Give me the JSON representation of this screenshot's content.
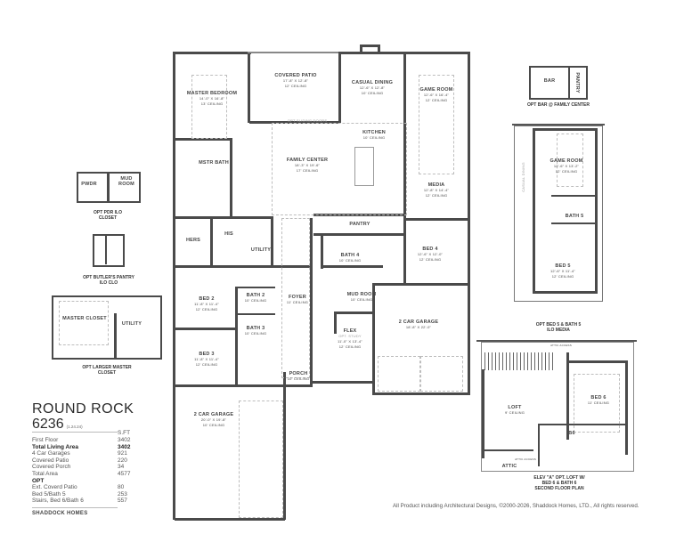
{
  "title": {
    "name": "ROUND ROCK",
    "number": "6236",
    "revision": "(1.24.24)"
  },
  "area_table": {
    "unit_header": "S.FT",
    "rows": [
      {
        "label": "First Floor",
        "value": "3402",
        "bold": false
      },
      {
        "label": "Total Living Area",
        "value": "3402",
        "bold": true
      },
      {
        "label": "4 Car Garages",
        "value": "921",
        "bold": false
      },
      {
        "label": "Covered Patio",
        "value": "220",
        "bold": false
      },
      {
        "label": "Covered Porch",
        "value": "34",
        "bold": false
      },
      {
        "label": "Total Area",
        "value": "4577",
        "bold": false
      }
    ],
    "opt_header": "OPT",
    "opt_rows": [
      {
        "label": "Ext. Coverd Patio",
        "value": "80"
      },
      {
        "label": "Bed 5/Bath 5",
        "value": "253"
      },
      {
        "label": "Stairs, Bed 6/Bath 6",
        "value": "557"
      }
    ],
    "builder": "SHADDOCK HOMES"
  },
  "copyright": "All Product including Architectural Designs, ©2000-2026, Shaddock Homes, LTD., All rights reserved.",
  "main_plan": {
    "rooms": {
      "master_bedroom": {
        "name": "MASTER BEDROOM",
        "dims": "14'-0\" X 16'-8\"",
        "ceiling": "13' CEILING"
      },
      "covered_patio": {
        "name": "COVERED PATIO",
        "dims": "17'-8\" X 12'-8\"",
        "ceiling": "12' CEILING"
      },
      "casual_dining": {
        "name": "CASUAL DINING",
        "dims": "12'-6\" X 12'-8\"",
        "ceiling": "10' CEILING"
      },
      "game_room": {
        "name": "GAME ROOM",
        "dims": "12'-6\" X 16'-4\"",
        "ceiling": "12' CEILING"
      },
      "opt_sliding_doors": {
        "name": "OPT SLIDING DOORS"
      },
      "kitchen": {
        "name": "KITCHEN",
        "ceiling": "10' CEILING"
      },
      "mstr_bath": {
        "name": "MSTR BATH"
      },
      "family_center": {
        "name": "FAMILY CENTER",
        "dims": "18'-3\" X 19'-6\"",
        "ceiling": "17' CEILING"
      },
      "media": {
        "name": "MEDIA",
        "dims": "12'-8\" X 14'-4\"",
        "ceiling": "12' CEILING"
      },
      "hers": {
        "name": "HERS"
      },
      "his": {
        "name": "HIS"
      },
      "utility": {
        "name": "UTILITY"
      },
      "pantry": {
        "name": "PANTRY"
      },
      "bath4": {
        "name": "BATH 4",
        "ceiling": "10' CEILING"
      },
      "bed4": {
        "name": "BED 4",
        "dims": "12'-6\" X 12'-0\"",
        "ceiling": "12' CEILING"
      },
      "bed2": {
        "name": "BED 2",
        "dims": "11'-8\" X 11'-4\"",
        "ceiling": "12' CEILING"
      },
      "bath2": {
        "name": "BATH 2",
        "ceiling": "10' CEILING"
      },
      "foyer": {
        "name": "FOYER",
        "ceiling": "11' CEILING"
      },
      "mud_room": {
        "name": "MUD ROOM",
        "ceiling": "10' CEILING"
      },
      "bath3": {
        "name": "BATH 3",
        "ceiling": "10' CEILING"
      },
      "flex": {
        "name": "FLEX",
        "opt": "OPT. STUDY",
        "dims": "11'-0\" X 13'-4\"",
        "ceiling": "12' CEILING"
      },
      "garage_right": {
        "name": "2 CAR GARAGE",
        "dims": "18'-8\" X 22'-0\""
      },
      "bed3": {
        "name": "BED 3",
        "dims": "11'-8\" X 11'-4\"",
        "ceiling": "12' CEILING"
      },
      "porch": {
        "name": "PORCH",
        "ceiling": "10' CEILING"
      },
      "garage_left": {
        "name": "2 CAR GARAGE",
        "dims": "20'-0\" X 19'-8\"",
        "ceiling": "10' CEILING"
      }
    }
  },
  "options": {
    "pdr": {
      "rooms": [
        "PWDR",
        "MUD ROOM"
      ],
      "caption": "OPT PDR ILO CLOSET"
    },
    "butlers": {
      "caption": "OPT BUTLER'S PANTRY ILO CLO"
    },
    "larger_closet": {
      "rooms": [
        "MASTER CLOSET",
        "UTILITY"
      ],
      "caption": "OPT LARGER MASTER CLOSET"
    },
    "bar": {
      "rooms": [
        "BAR",
        "PANTRY"
      ],
      "caption": "OPT BAR @ FAMILY CENTER"
    },
    "bed5": {
      "game_room": {
        "name": "GAME ROOM",
        "dims": "12'-6\" X 13'-2\"",
        "ceiling": "12' CEILING"
      },
      "casual_dining": "CASUAL DINING",
      "bath5": "BATH 5",
      "bed5": {
        "name": "BED 5",
        "dims": "12'-6\" X 11'-4\"",
        "ceiling": "12' CEILING"
      },
      "caption": "OPT BED 5 & BATH 5 ILO MEDIA"
    },
    "second_floor": {
      "loft": {
        "name": "LOFT",
        "ceiling": "9' CEILING"
      },
      "bed6": {
        "name": "BED 6",
        "ceiling": "11' CEILING"
      },
      "b6": "B6",
      "attic": "ATTIC",
      "attic_access": "ATTIC ACCESS",
      "caption_line1": "ELEV \"A\" OPT. LOFT W/",
      "caption_line2": "BED 6 & BATH 6",
      "caption_line3": "SECOND FLOOR PLAN"
    }
  }
}
